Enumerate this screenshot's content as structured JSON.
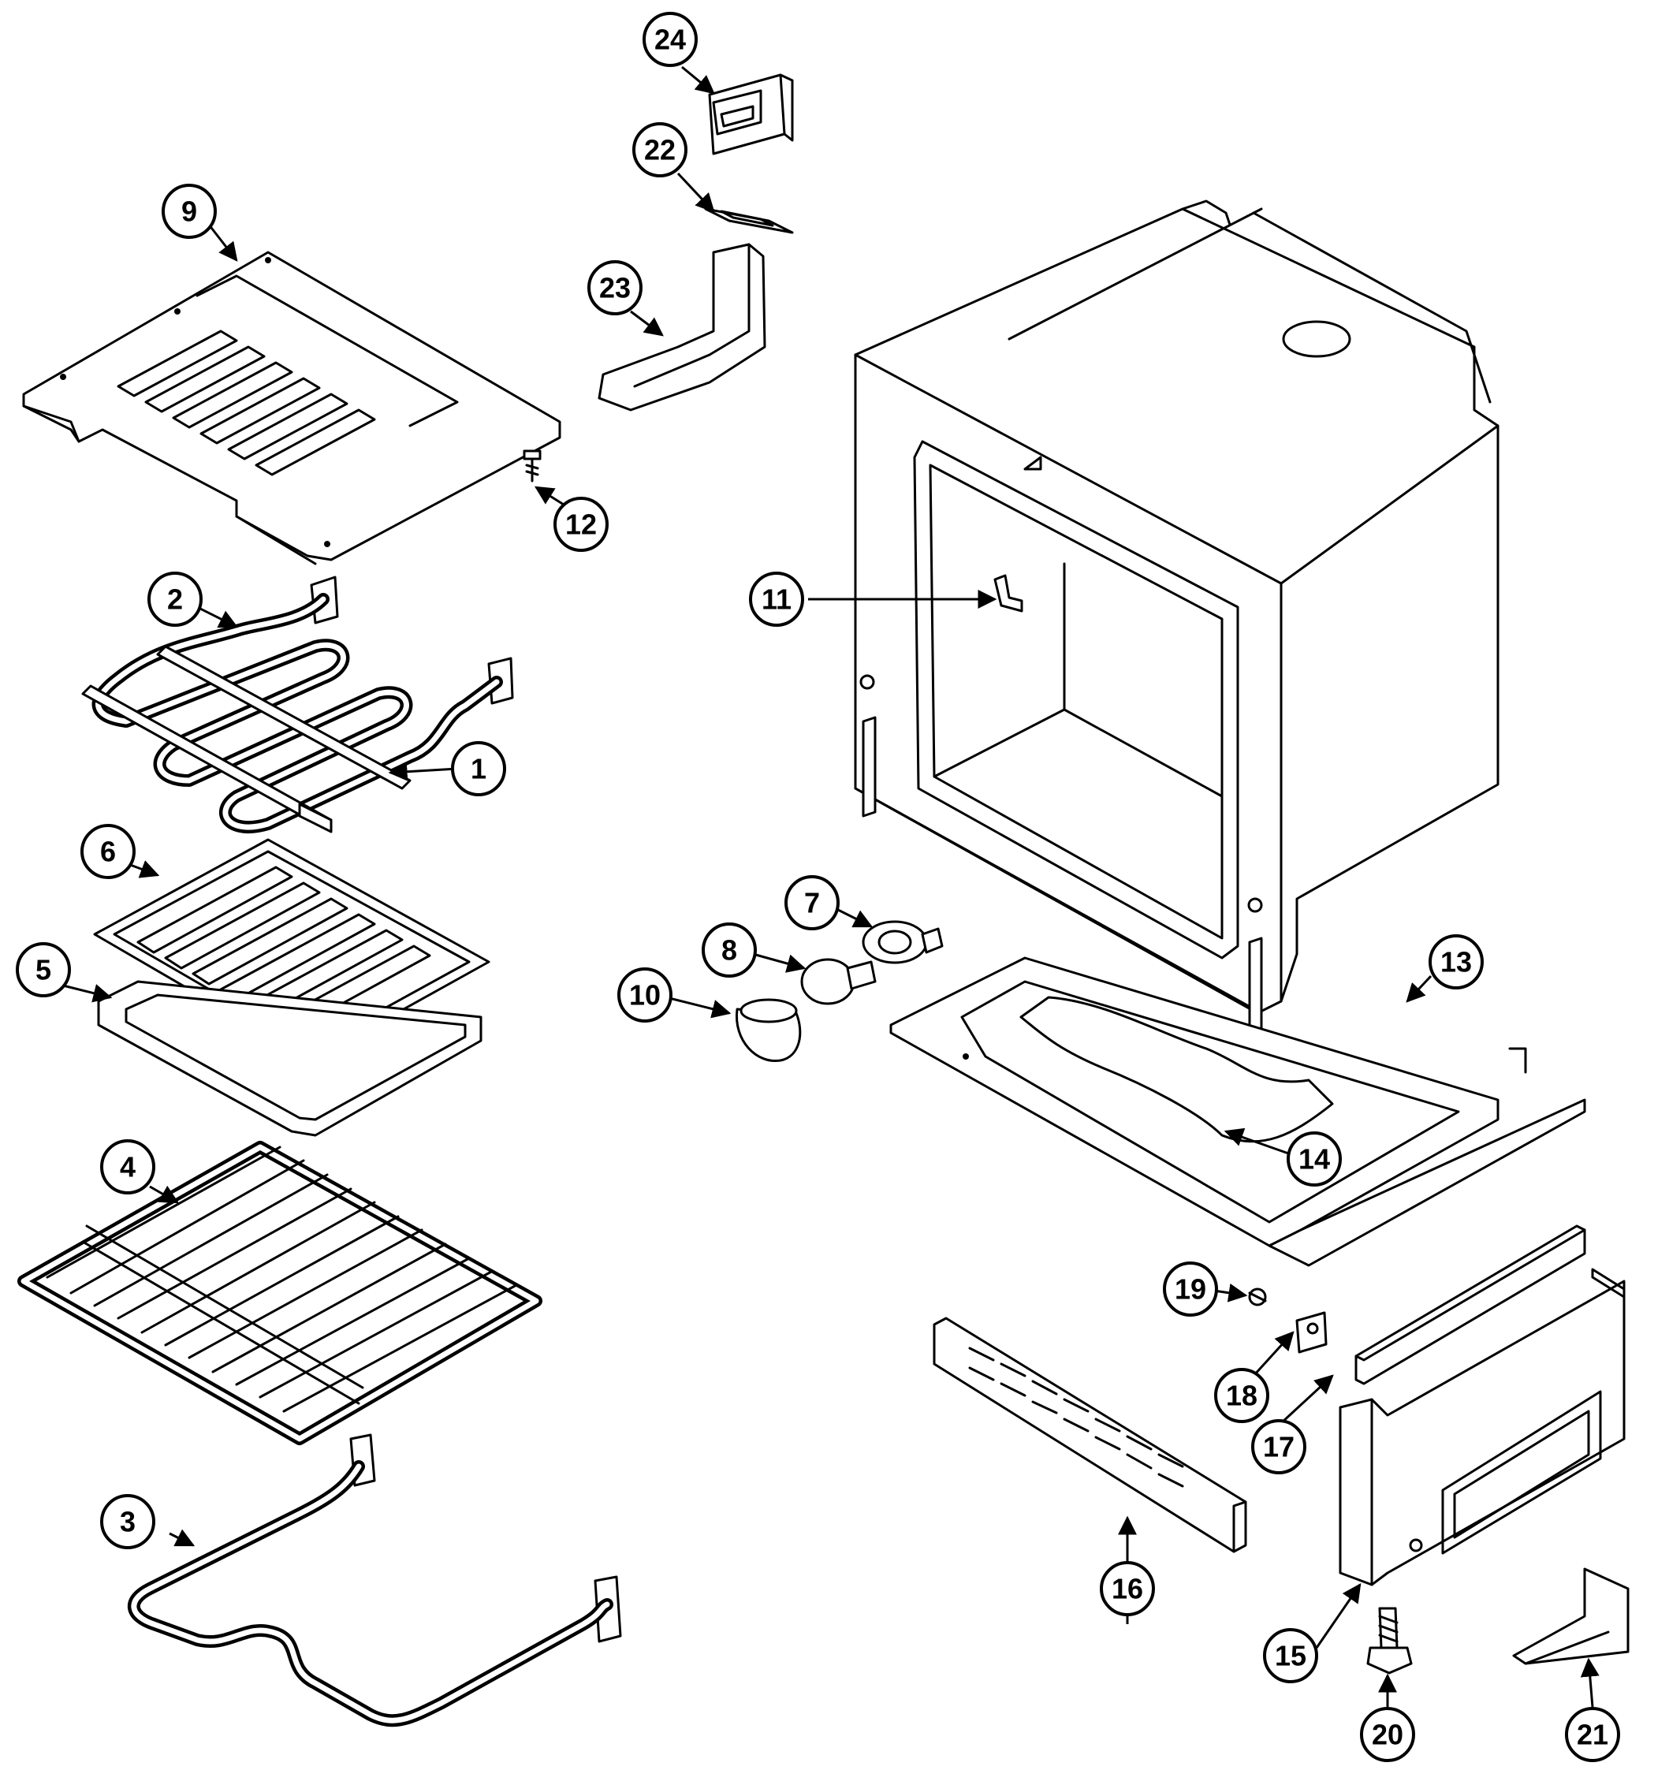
{
  "callouts": [
    {
      "label": "1"
    },
    {
      "label": "2"
    },
    {
      "label": "3"
    },
    {
      "label": "4"
    },
    {
      "label": "5"
    },
    {
      "label": "6"
    },
    {
      "label": "7"
    },
    {
      "label": "8"
    },
    {
      "label": "9"
    },
    {
      "label": "10"
    },
    {
      "label": "11"
    },
    {
      "label": "12"
    },
    {
      "label": "13"
    },
    {
      "label": "14"
    },
    {
      "label": "15"
    },
    {
      "label": "16"
    },
    {
      "label": "17"
    },
    {
      "label": "18"
    },
    {
      "label": "19"
    },
    {
      "label": "20"
    },
    {
      "label": "21"
    },
    {
      "label": "22"
    },
    {
      "label": "23"
    },
    {
      "label": "24"
    }
  ]
}
